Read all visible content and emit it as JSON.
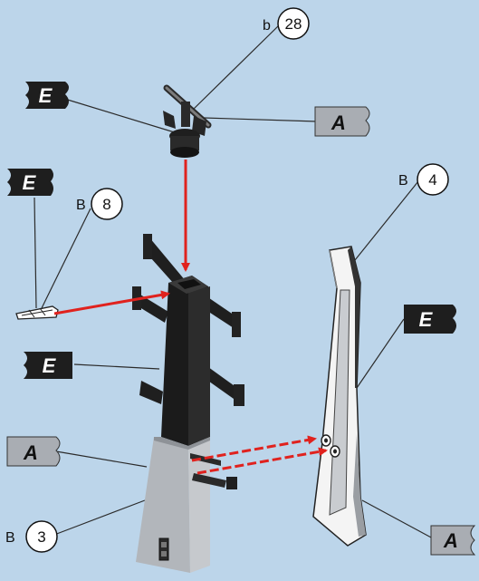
{
  "colors": {
    "background": "#bcd5ea",
    "arrow": "#e0221e",
    "dark_part": "#1b1b1b",
    "light_part": "#b9bcc1",
    "flag_dark": "#1e1e1e",
    "flag_light": "#a9adb3"
  },
  "callouts": {
    "top_part": {
      "prefix": "b",
      "number": "28"
    },
    "side_small_part": {
      "prefix": "B",
      "number": "8"
    },
    "right_frame": {
      "prefix": "B",
      "number": "4"
    },
    "base_part": {
      "prefix": "B",
      "number": "3"
    }
  },
  "flags": {
    "top_left": "E",
    "top_right": "A",
    "mid_left": "E",
    "mast_left": "E",
    "right_side": "E",
    "lower_left": "A",
    "lower_right": "A"
  }
}
